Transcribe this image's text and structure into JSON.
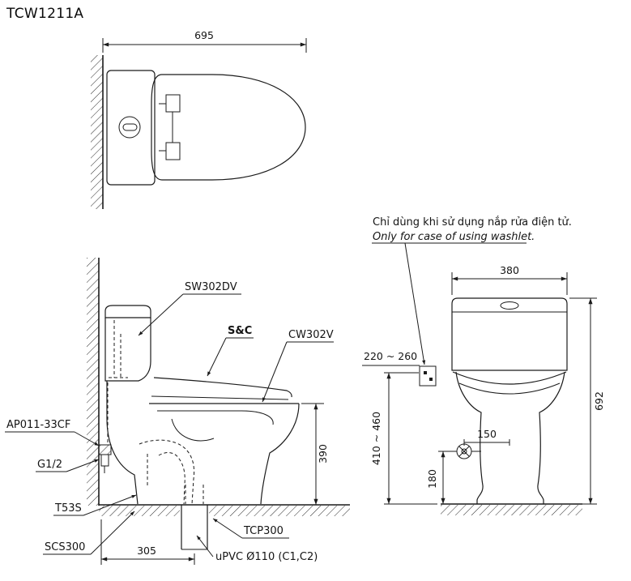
{
  "title": "TCW1211A",
  "top_view": {
    "dim_width": "695"
  },
  "side_view": {
    "labels": {
      "tank": "SW302DV",
      "seat": "S&C",
      "bowl": "CW302V",
      "supply_hose": "AP011-33CF",
      "valve": "G1/2",
      "flange": "T53S",
      "seal": "SCS300",
      "drain_socket": "TCP300",
      "pipe": "uPVC Ø110 (C1,C2)"
    },
    "dims": {
      "rim_height": "390",
      "rough_in": "305"
    }
  },
  "front_view": {
    "note": {
      "vi": "Chỉ dùng khi sử dụng nắp rửa điện tử.",
      "en": "Only for case of using washlet."
    },
    "dims": {
      "tank_width": "380",
      "total_height": "692",
      "outlet_offset": "220 ~ 260",
      "outlet_height": "410 ~ 460",
      "valve_offset": "150",
      "valve_height": "180"
    }
  }
}
